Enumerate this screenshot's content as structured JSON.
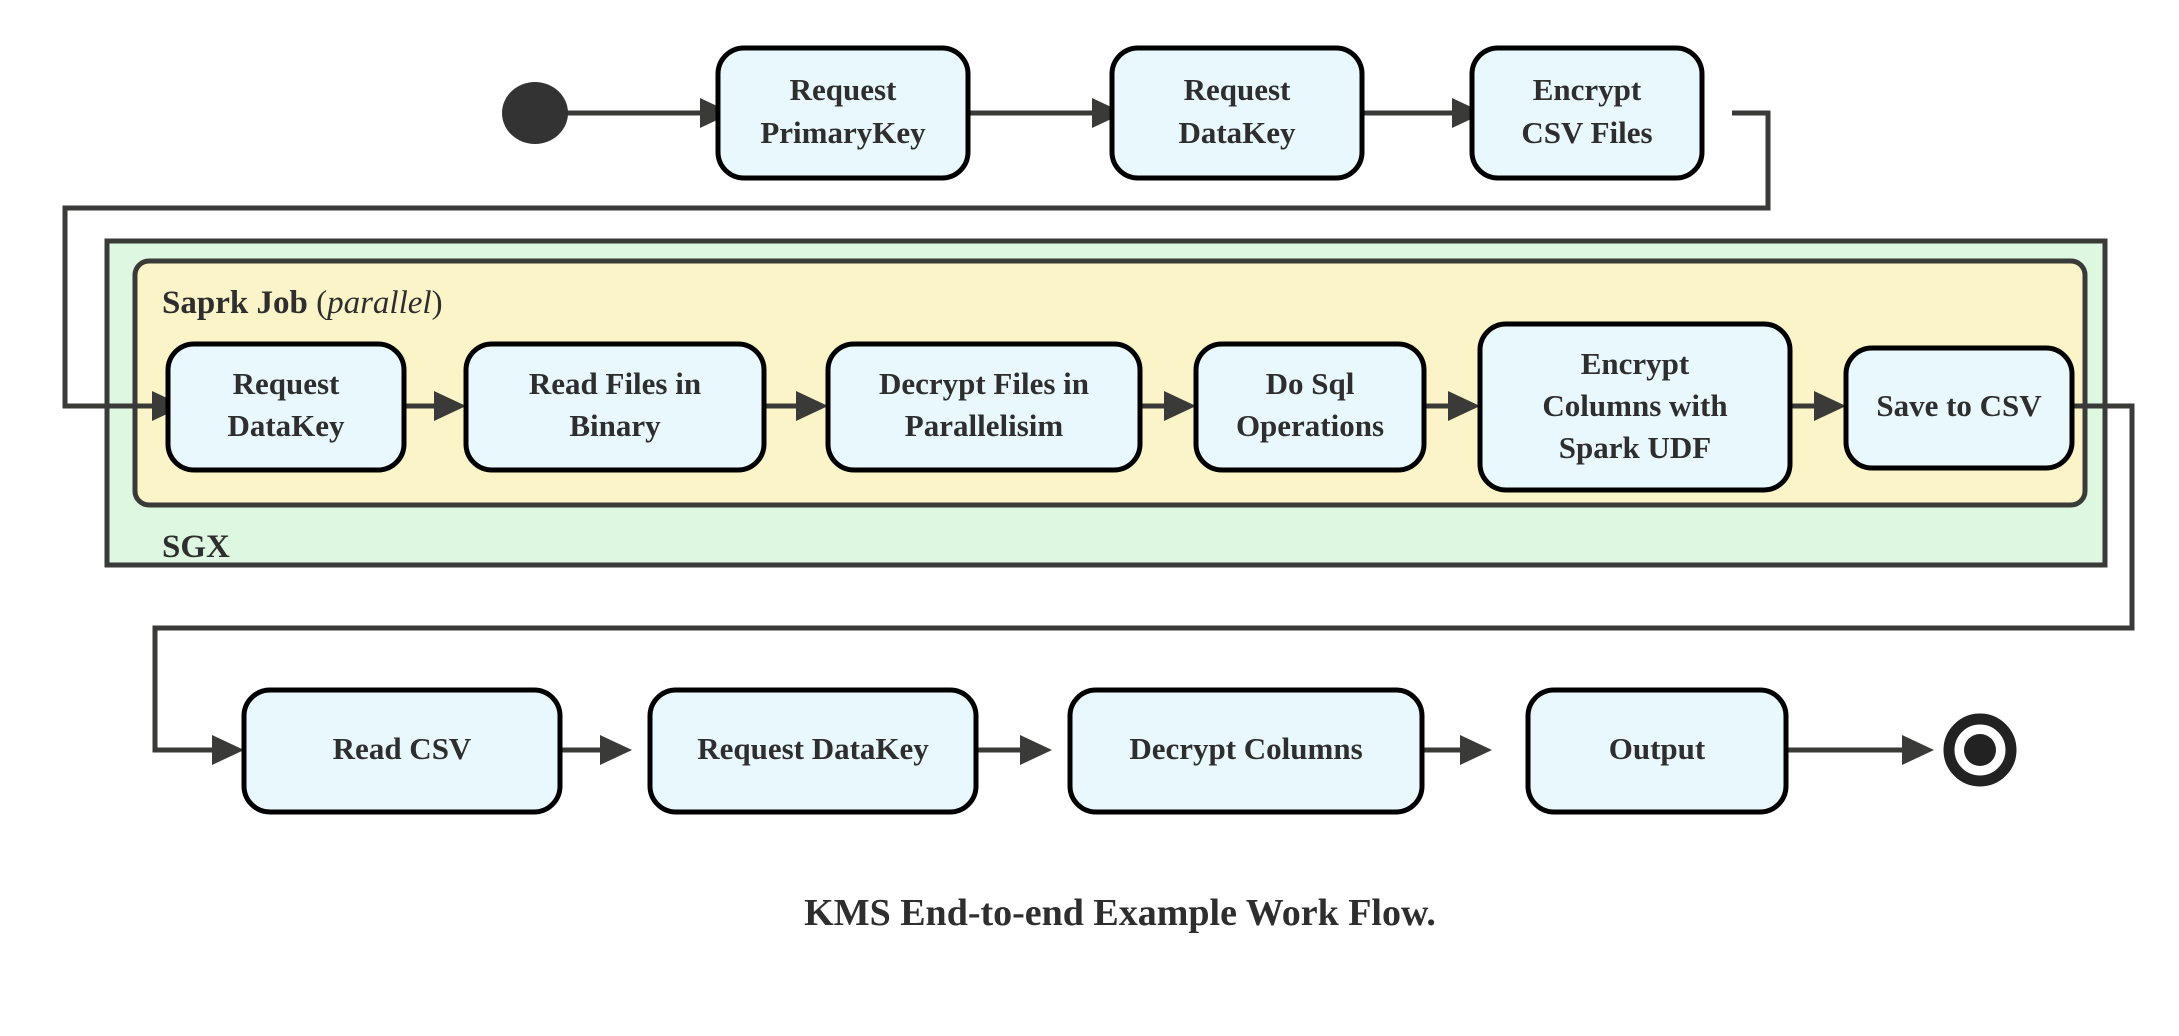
{
  "diagram": {
    "caption": "KMS End-to-end Example Work Flow.",
    "colors": {
      "node_fill": "#e9f8fd",
      "node_stroke": "#000000",
      "sgx_fill": "#ddf7e0",
      "spark_fill": "#fcf4c9",
      "edge_stroke": "#3a3a38",
      "terminal": "#222222"
    },
    "start_node": {
      "name": "start-node",
      "shape": "filled-circle"
    },
    "end_node": {
      "name": "end-node",
      "shape": "ring-with-dot"
    },
    "containers": [
      {
        "id": "sgx",
        "label": "SGX",
        "label_position": "bottom-left",
        "fill": "#ddf7e0"
      },
      {
        "id": "spark-job",
        "label_bold": "Saprk Job",
        "label_paren_open": "(",
        "label_italic": "parallel",
        "label_paren_close": ")",
        "label_position": "top-left",
        "fill": "#fcf4c9"
      }
    ],
    "rows": {
      "top": {
        "id": "row-top",
        "nodes": [
          {
            "id": "request-primarykey",
            "lines": [
              "Request",
              "PrimaryKey"
            ]
          },
          {
            "id": "request-datakey-top",
            "lines": [
              "Request",
              "DataKey"
            ]
          },
          {
            "id": "encrypt-csv-files",
            "lines": [
              "Encrypt",
              "CSV Files"
            ]
          }
        ]
      },
      "middle": {
        "id": "row-middle",
        "nodes": [
          {
            "id": "request-datakey-spark",
            "lines": [
              "Request",
              "DataKey"
            ]
          },
          {
            "id": "read-files-in-binary",
            "lines": [
              "Read Files in",
              "Binary"
            ]
          },
          {
            "id": "decrypt-files-in-parallelisim",
            "lines": [
              "Decrypt Files in",
              "Parallelisim"
            ]
          },
          {
            "id": "do-sql-operations",
            "lines": [
              "Do Sql",
              "Operations"
            ]
          },
          {
            "id": "encrypt-columns-with-spark-udf",
            "lines": [
              "Encrypt",
              "Columns with",
              "Spark UDF"
            ]
          },
          {
            "id": "save-to-csv",
            "lines": [
              "Save to CSV"
            ]
          }
        ]
      },
      "bottom": {
        "id": "row-bottom",
        "nodes": [
          {
            "id": "read-csv",
            "lines": [
              "Read CSV"
            ]
          },
          {
            "id": "request-datakey-bottom",
            "lines": [
              "Request DataKey"
            ]
          },
          {
            "id": "decrypt-columns",
            "lines": [
              "Decrypt Columns"
            ]
          },
          {
            "id": "output",
            "lines": [
              "Output"
            ]
          }
        ]
      }
    }
  }
}
